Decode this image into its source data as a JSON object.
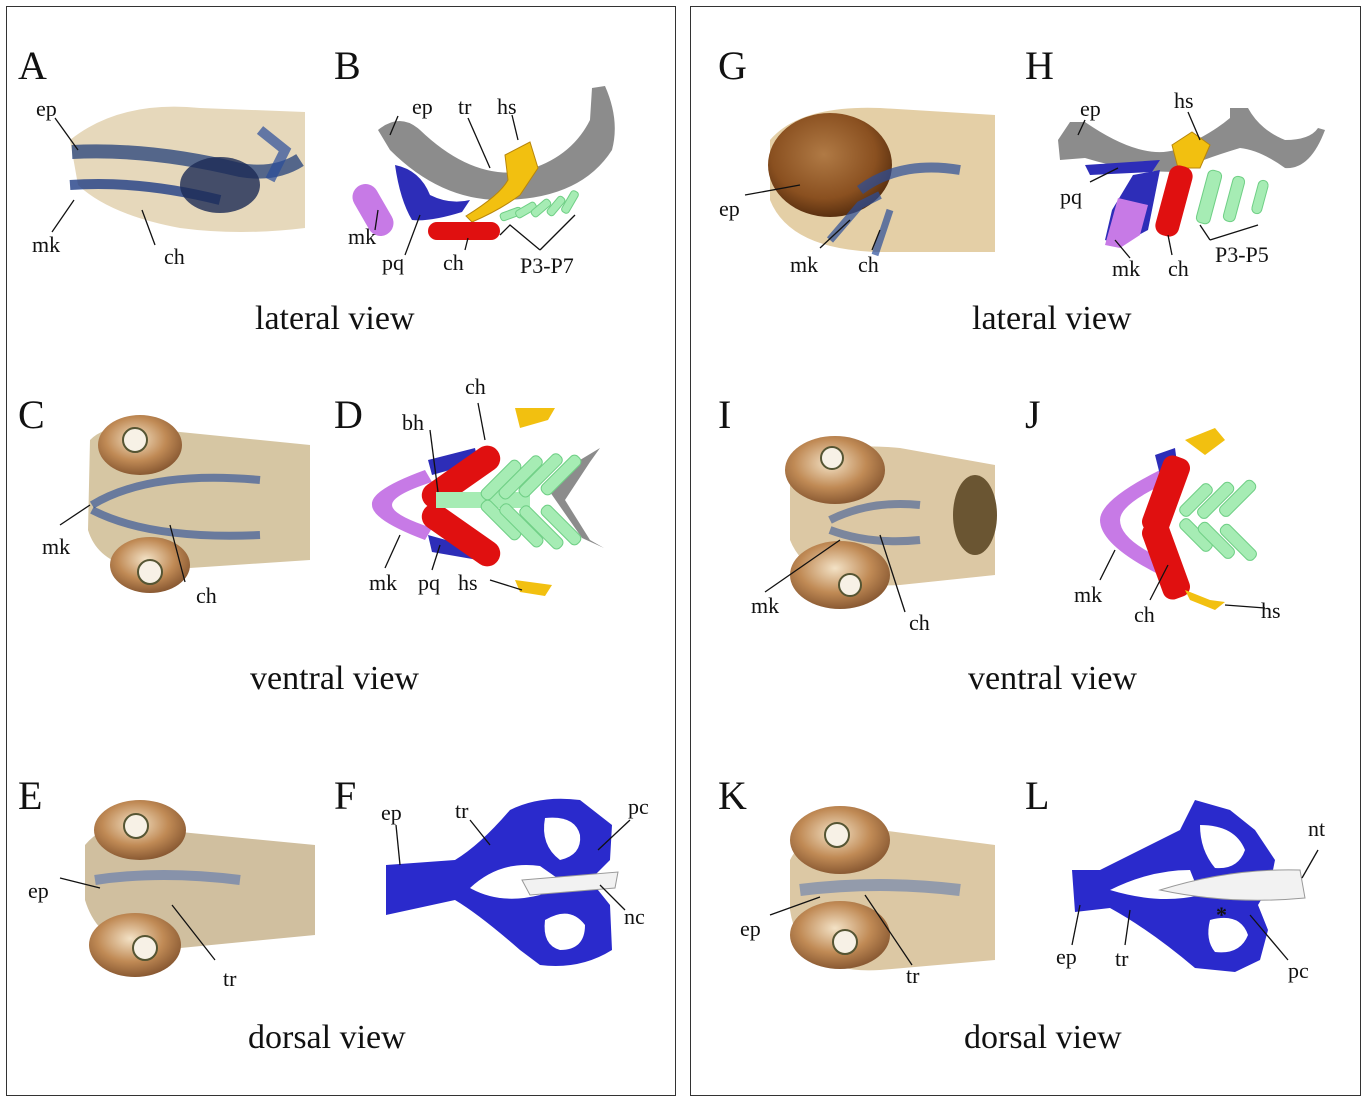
{
  "left_panel": {
    "letters": {
      "A": "A",
      "B": "B",
      "C": "C",
      "D": "D",
      "E": "E",
      "F": "F"
    },
    "captions": {
      "lateral": "lateral view",
      "ventral": "ventral view",
      "dorsal": "dorsal view"
    },
    "A_labels": {
      "ep": "ep",
      "mk": "mk",
      "ch": "ch"
    },
    "B_labels": {
      "ep": "ep",
      "tr": "tr",
      "hs": "hs",
      "mk": "mk",
      "pq": "pq",
      "ch": "ch",
      "p": "P3-P7"
    },
    "C_labels": {
      "mk": "mk",
      "ch": "ch"
    },
    "D_labels": {
      "bh": "bh",
      "ch": "ch",
      "mk": "mk",
      "pq": "pq",
      "hs": "hs"
    },
    "E_labels": {
      "ep": "ep",
      "tr": "tr"
    },
    "F_labels": {
      "ep": "ep",
      "tr": "tr",
      "pc": "pc",
      "nc": "nc"
    }
  },
  "right_panel": {
    "letters": {
      "G": "G",
      "H": "H",
      "I": "I",
      "J": "J",
      "K": "K",
      "L": "L"
    },
    "captions": {
      "lateral": "lateral view",
      "ventral": "ventral view",
      "dorsal": "dorsal view"
    },
    "G_labels": {
      "ep": "ep",
      "mk": "mk",
      "ch": "ch"
    },
    "H_labels": {
      "ep": "ep",
      "hs": "hs",
      "pq": "pq",
      "mk": "mk",
      "ch": "ch",
      "p": "P3-P5"
    },
    "I_labels": {
      "mk": "mk",
      "ch": "ch"
    },
    "J_labels": {
      "mk": "mk",
      "ch": "ch",
      "hs": "hs"
    },
    "K_labels": {
      "ep": "ep",
      "tr": "tr"
    },
    "L_labels": {
      "nt": "nt",
      "ep": "ep",
      "tr": "tr",
      "pc": "pc",
      "star": "*"
    }
  },
  "colors": {
    "grey_ep_tr": "#8c8c8c",
    "blue_pq": "#2d2db8",
    "purple_mk": "#c77ae6",
    "red_ch": "#e01010",
    "yellow_hs": "#f2c010",
    "green_pa": "#a6ecb4",
    "blue_neurocranium": "#2a2acc"
  }
}
